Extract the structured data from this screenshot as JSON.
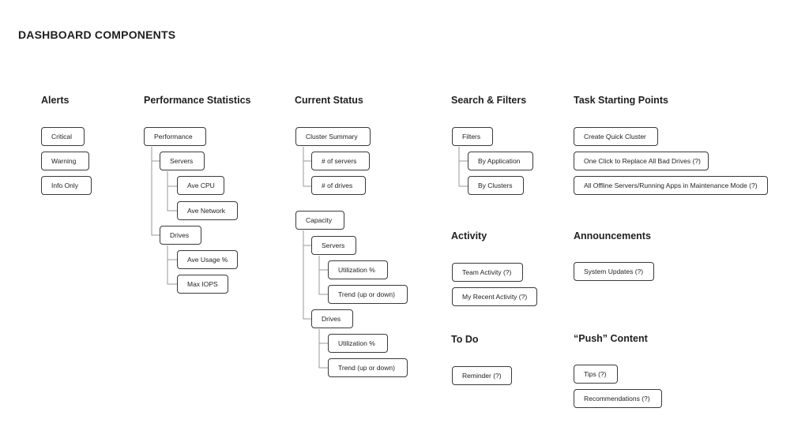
{
  "page_title": "DASHBOARD COMPONENTS",
  "sections": {
    "alerts": {
      "heading": "Alerts",
      "items": [
        "Critical",
        "Warning",
        "Info Only"
      ]
    },
    "performance": {
      "heading": "Performance Statistics",
      "root": "Performance",
      "servers": "Servers",
      "servers_children": [
        "Ave CPU",
        "Ave Network"
      ],
      "drives": "Drives",
      "drives_children": [
        "Ave Usage %",
        "Max IOPS"
      ]
    },
    "current_status": {
      "heading": "Current Status",
      "cluster_summary": "Cluster Summary",
      "cluster_children": [
        "# of servers",
        "# of drives"
      ],
      "capacity": "Capacity",
      "servers": "Servers",
      "servers_children": [
        "Utilization %",
        "Trend (up or down)"
      ],
      "drives": "Drives",
      "drives_children": [
        "Utilization %",
        "Trend (up or down)"
      ]
    },
    "search_filters": {
      "heading": "Search & Filters",
      "root": "Filters",
      "children": [
        "By Application",
        "By Clusters"
      ]
    },
    "activity": {
      "heading": "Activity",
      "items": [
        "Team Activity (?)",
        "My Recent Activity (?)"
      ]
    },
    "todo": {
      "heading": "To Do",
      "items": [
        "Reminder (?)"
      ]
    },
    "task_starting_points": {
      "heading": "Task Starting Points",
      "items": [
        "Create Quick Cluster",
        "One Click to Replace All Bad Drives (?)",
        "All Offline Servers/Running Apps in Maintenance Mode (?)"
      ]
    },
    "announcements": {
      "heading": "Announcements",
      "items": [
        "System Updates (?)"
      ]
    },
    "push_content": {
      "heading": "“Push” Content",
      "items": [
        "Tips (?)",
        "Recommendations (?)"
      ]
    }
  }
}
